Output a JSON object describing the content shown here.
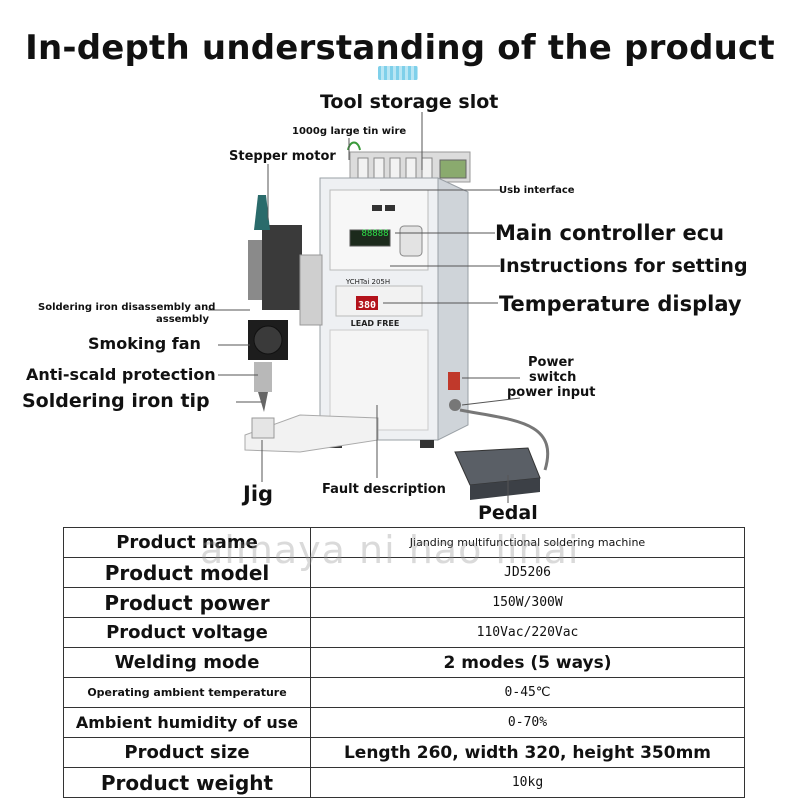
{
  "title": "In-depth understanding of the product",
  "callouts": {
    "tool_storage_slot": "Tool storage slot",
    "tin_wire": "1000g large tin wire",
    "stepper_motor": "Stepper motor",
    "usb_interface": "Usb interface",
    "main_controller": "Main controller ecu",
    "instructions": "Instructions for setting",
    "temperature_display": "Temperature display",
    "disassembly_line1": "Soldering iron disassembly and",
    "disassembly_line2": "assembly",
    "smoking_fan": "Smoking fan",
    "anti_scald": "Anti-scald protection",
    "iron_tip": "Soldering iron tip",
    "power_switch_line1": "Power",
    "power_switch_line2": "switch",
    "power_input": "power input",
    "jig": "Jig",
    "fault_description": "Fault description",
    "pedal": "Pedal"
  },
  "machine_labels": {
    "model_badge": "YCHTai 205H",
    "led_value": "88888",
    "temp_value": "380",
    "lead_free": "LEAD FREE"
  },
  "watermark": "aimaya ni hao lihai",
  "specs": [
    {
      "label": "Product name",
      "value": "Jianding multifunctional soldering machine"
    },
    {
      "label": "Product model",
      "value": "JD5206"
    },
    {
      "label": "Product power",
      "value": "150W/300W"
    },
    {
      "label": "Product voltage",
      "value": "110Vac/220Vac"
    },
    {
      "label": "Welding mode",
      "value": "2 modes (5 ways)"
    },
    {
      "label": "Operating ambient temperature",
      "value": "0-45℃"
    },
    {
      "label": "Ambient humidity of use",
      "value": "0-70%"
    },
    {
      "label": "Product size",
      "value": "Length 260, width 320, height 350mm"
    },
    {
      "label": "Product weight",
      "value": "10kg"
    }
  ]
}
